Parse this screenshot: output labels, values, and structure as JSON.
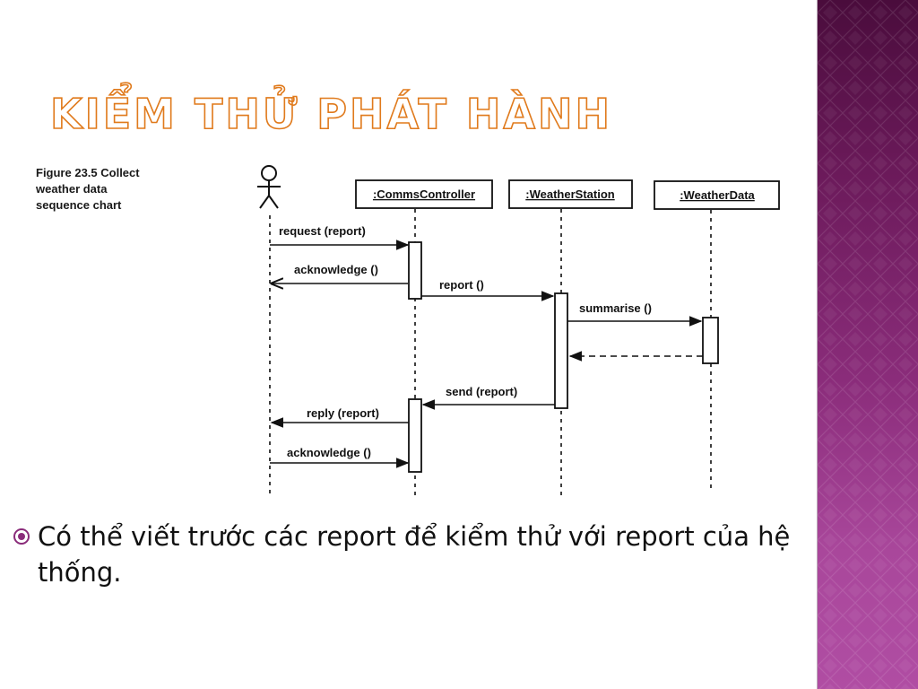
{
  "slide": {
    "title": "Kiểm thử phát hành",
    "figure_caption": [
      "Figure 23.5 Collect",
      "weather data",
      "sequence chart"
    ],
    "diagram": {
      "lifelines": [
        ":CommsController",
        ":WeatherStation",
        ":WeatherData"
      ],
      "messages": [
        "request (report)",
        "acknowledge ()",
        "report ()",
        "summarise ()",
        "send (report)",
        "reply (report)",
        "acknowledge ()"
      ]
    },
    "bullet": {
      "icon": "circle-bullet-icon",
      "text": "Có thể viết trước các report để kiểm thử với report của hệ thống."
    },
    "colors": {
      "title_outline": "#e07a1c",
      "sidebar_top": "#4a0c3c",
      "sidebar_bottom": "#b04da3",
      "bullet_icon": "#8a2c7a"
    }
  }
}
